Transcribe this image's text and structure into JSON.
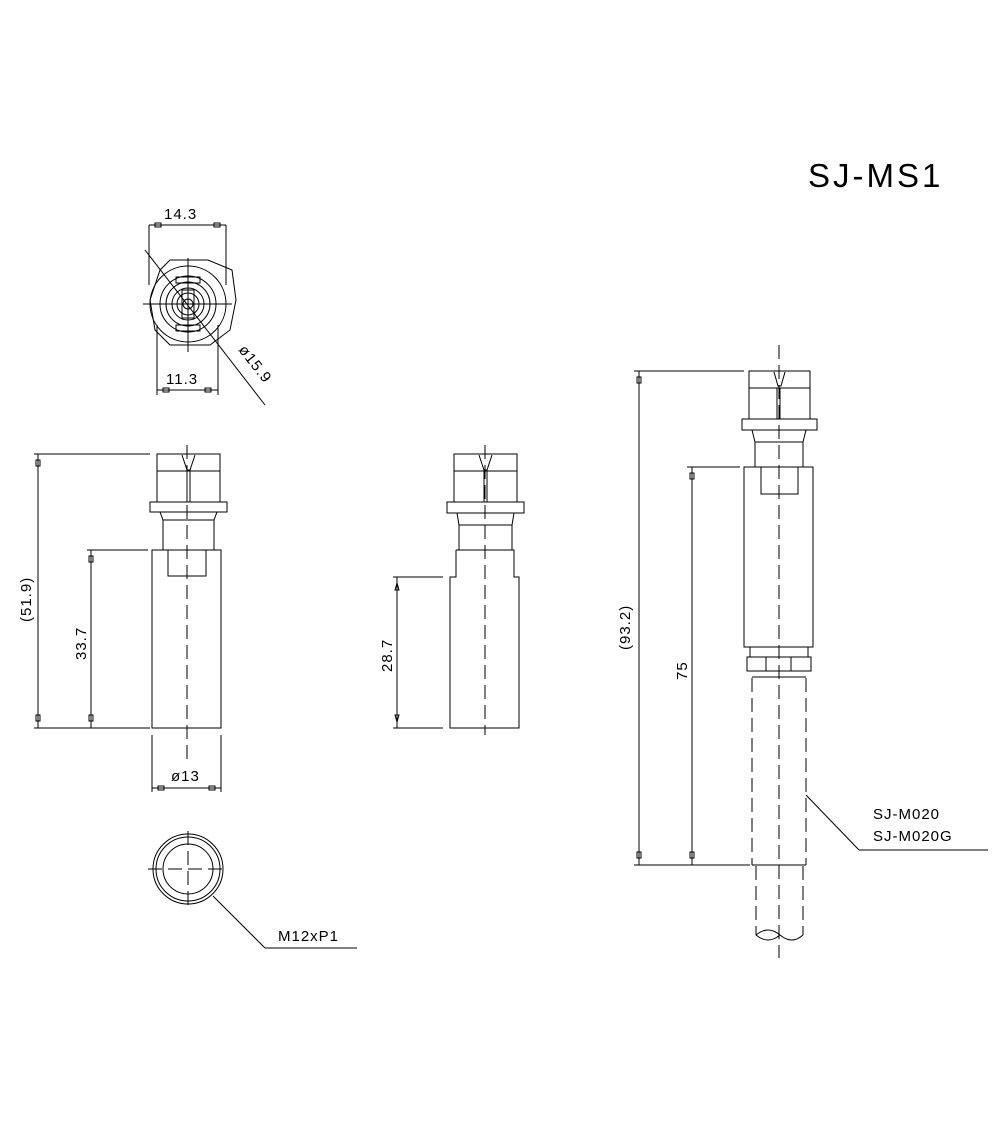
{
  "title": "SJ-MS1",
  "top_view": {
    "dim_width_top": "14.3",
    "dim_width_bottom": "11.3",
    "dim_diameter": "ø15.9"
  },
  "side_view_1": {
    "dim_overall": "(51.9)",
    "dim_body": "33.7",
    "dim_diameter": "ø13"
  },
  "side_view_2": {
    "dim_body": "28.7"
  },
  "side_view_3": {
    "dim_overall": "(93.2)",
    "dim_body": "75",
    "cable_label_1": "SJ-M020",
    "cable_label_2": "SJ-M020G"
  },
  "end_view": {
    "thread_label": "M12xP1"
  }
}
